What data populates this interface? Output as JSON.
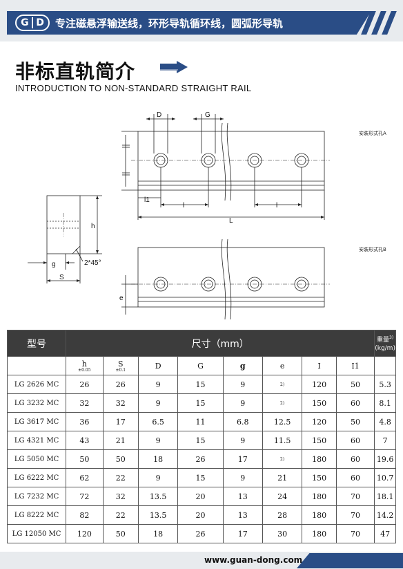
{
  "header": {
    "logo_left": "G",
    "logo_right": "D",
    "slogan": "专注磁悬浮输送线，环形导轨循环线，圆弧形导轨"
  },
  "title": {
    "cn": "非标直轨简介",
    "en": "INTRODUCTION TO NON-STANDARD STRAIGHT RAIL"
  },
  "drawing": {
    "label_a": "安装形式孔A",
    "label_b": "安装形式孔B",
    "dims": {
      "D": "D",
      "G": "G",
      "l1": "l1",
      "l_a": "l",
      "l_b": "l",
      "L": "L",
      "h": "h",
      "g": "g",
      "S": "S",
      "chamfer": "2*45°",
      "e": "e"
    }
  },
  "table": {
    "header_model": "型号",
    "header_dims": "尺寸（mm）",
    "header_weight_line1": "重量",
    "header_weight_sup": "3)",
    "header_weight_line2": "(kg/m)",
    "sub": {
      "h": "h",
      "h_tol": "±0.05",
      "S": "S",
      "S_tol": "±0.1",
      "D": "D",
      "G": "G",
      "g": "g",
      "e": "e",
      "I": "I",
      "I1": "I1"
    },
    "rows": [
      {
        "model": "LG 2626 MC",
        "h": "26",
        "S": "26",
        "D": "9",
        "G": "15",
        "g": "9",
        "e": "2)",
        "I": "120",
        "I1": "50",
        "w": "5.3"
      },
      {
        "model": "LG 3232 MC",
        "h": "32",
        "S": "32",
        "D": "9",
        "G": "15",
        "g": "9",
        "e": "2)",
        "I": "150",
        "I1": "60",
        "w": "8.1"
      },
      {
        "model": "LG 3617 MC",
        "h": "36",
        "S": "17",
        "D": "6.5",
        "G": "11",
        "g": "6.8",
        "e": "12.5",
        "I": "120",
        "I1": "50",
        "w": "4.8"
      },
      {
        "model": "LG 4321 MC",
        "h": "43",
        "S": "21",
        "D": "9",
        "G": "15",
        "g": "9",
        "e": "11.5",
        "I": "150",
        "I1": "60",
        "w": "7"
      },
      {
        "model": "LG 5050 MC",
        "h": "50",
        "S": "50",
        "D": "18",
        "G": "26",
        "g": "17",
        "e": "2)",
        "I": "180",
        "I1": "60",
        "w": "19.6"
      },
      {
        "model": "LG 6222 MC",
        "h": "62",
        "S": "22",
        "D": "9",
        "G": "15",
        "g": "9",
        "e": "21",
        "I": "150",
        "I1": "60",
        "w": "10.7"
      },
      {
        "model": "LG 7232 MC",
        "h": "72",
        "S": "32",
        "D": "13.5",
        "G": "20",
        "g": "13",
        "e": "24",
        "I": "180",
        "I1": "70",
        "w": "18.1"
      },
      {
        "model": "LG 8222 MC",
        "h": "82",
        "S": "22",
        "D": "13.5",
        "G": "20",
        "g": "13",
        "e": "28",
        "I": "180",
        "I1": "70",
        "w": "14.2"
      },
      {
        "model": "LG 12050 MC",
        "h": "120",
        "S": "50",
        "D": "18",
        "G": "26",
        "g": "17",
        "e": "30",
        "I": "180",
        "I1": "70",
        "w": "47"
      }
    ]
  },
  "footer": {
    "url": "www.guan-dong.com"
  },
  "colors": {
    "brand_blue": "#2a4d86",
    "table_header": "#3c3c3c"
  }
}
